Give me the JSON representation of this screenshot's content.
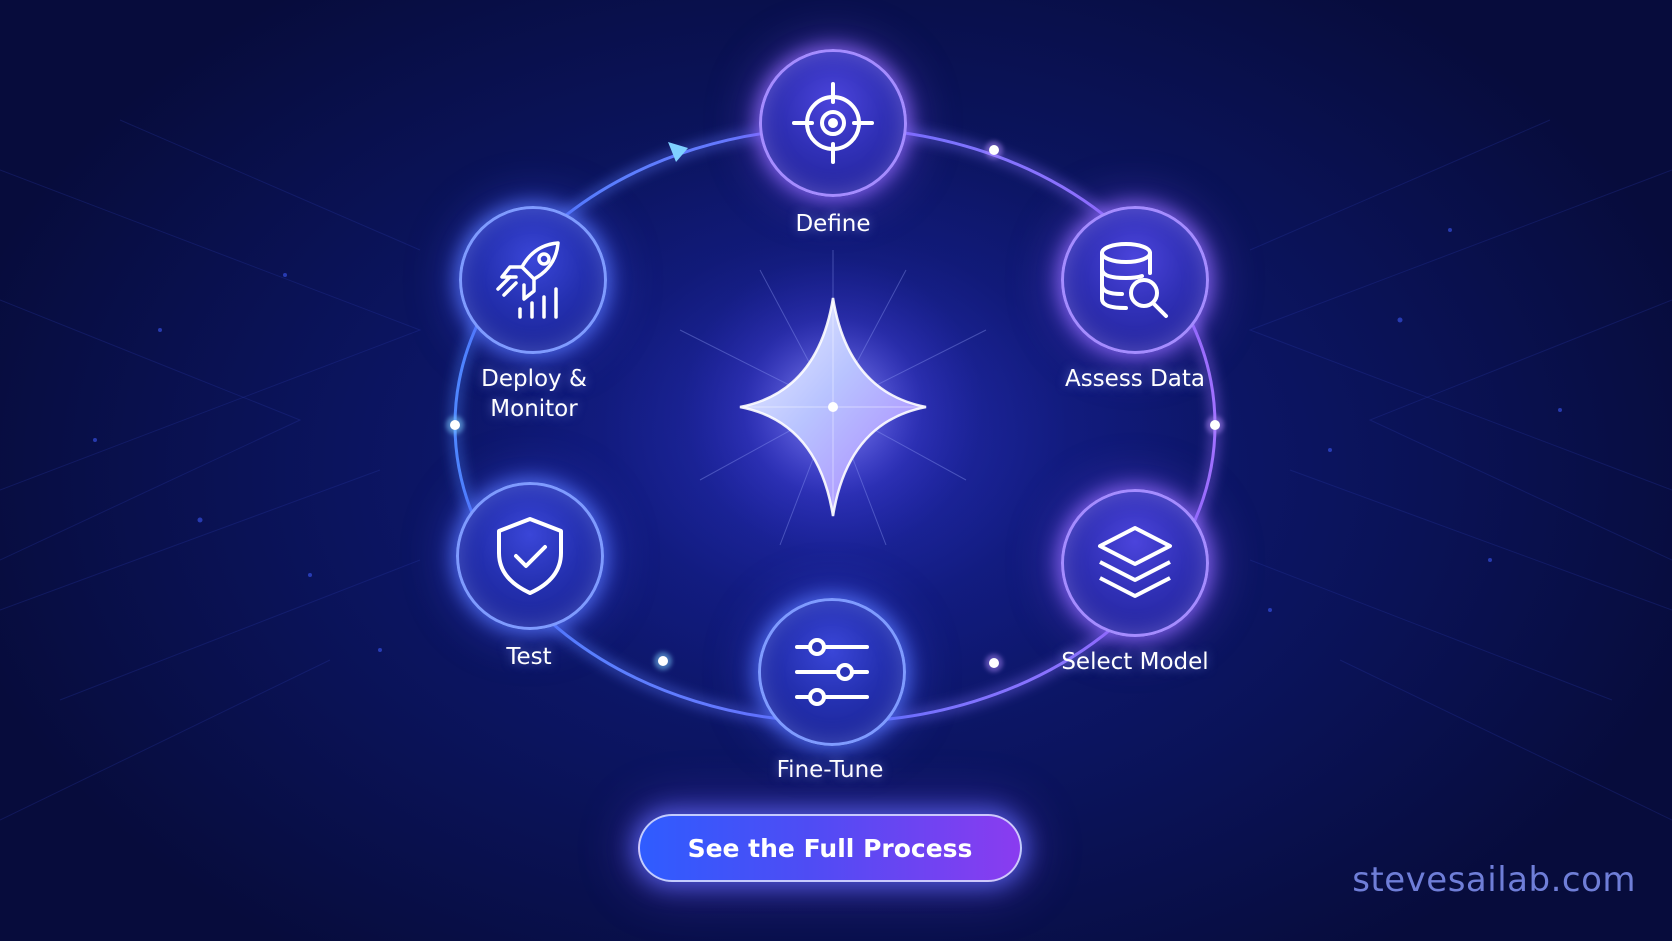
{
  "cycle": {
    "steps": [
      {
        "label": "Define",
        "icon": "target-icon"
      },
      {
        "label": "Assess Data",
        "icon": "database-search-icon"
      },
      {
        "label": "Select Model",
        "icon": "layers-icon"
      },
      {
        "label": "Fine-Tune",
        "icon": "sliders-icon"
      },
      {
        "label": "Test",
        "icon": "shield-check-icon"
      },
      {
        "label": "Deploy &\nMonitor",
        "icon": "rocket-chart-icon"
      }
    ],
    "center_icon": "four-point-star-icon"
  },
  "cta": {
    "label": "See the Full Process"
  },
  "watermark": "stevesailab.com",
  "colors": {
    "background": "#0b145e",
    "ring_blue": "#4f86ff",
    "ring_violet": "#a070ff",
    "accent_cyan": "#7fd0ff"
  }
}
